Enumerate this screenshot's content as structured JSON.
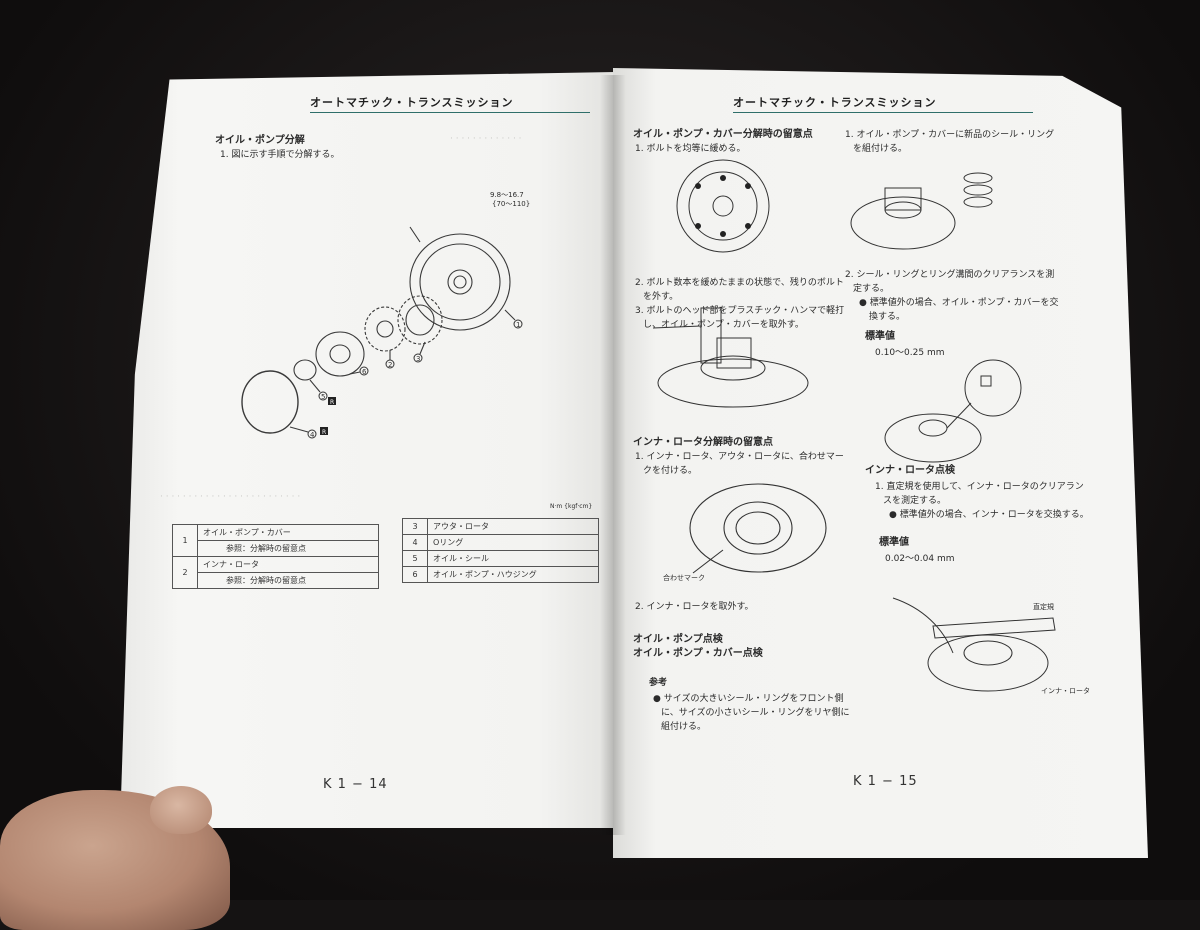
{
  "left_page": {
    "header": "オートマチック・トランスミッション",
    "section_title": "オイル・ポンプ分解",
    "step1": "1. 図に示す手順で分解する。",
    "torque_label": "9.8〜16.7",
    "torque_sub": "{70〜110}",
    "unit_label": "N·m {kgf·cm}",
    "badge_r": "R",
    "parts": [
      {
        "no": "1",
        "name": "オイル・ポンプ・カバー",
        "sub": "参照：分解時の留意点"
      },
      {
        "no": "2",
        "name": "インナ・ロータ",
        "sub": "参照：分解時の留意点"
      },
      {
        "no": "3",
        "name": "アウタ・ロータ",
        "sub": ""
      },
      {
        "no": "4",
        "name": "Oリング",
        "sub": ""
      },
      {
        "no": "5",
        "name": "オイル・シール",
        "sub": ""
      },
      {
        "no": "6",
        "name": "オイル・ポンプ・ハウジング",
        "sub": ""
      }
    ],
    "page_number": "K 1 − 14"
  },
  "right_page": {
    "header": "オートマチック・トランスミッション",
    "col1": {
      "title1": "オイル・ポンプ・カバー分解時の留意点",
      "t1_step1": "1. ボルトを均等に緩める。",
      "t1_step2a": "2. ボルト数本を緩めたままの状態で、残りのボルト",
      "t1_step2b": "を外す。",
      "t1_step3a": "3. ボルトのヘッド部をプラスチック・ハンマで軽打",
      "t1_step3b": "し、オイル・ポンプ・カバーを取外す。",
      "title2": "インナ・ロータ分解時の留意点",
      "t2_step1a": "1. インナ・ロータ、アウタ・ロータに、合わせマー",
      "t2_step1b": "クを付ける。",
      "mark_label": "合わせマーク",
      "t2_step2": "2. インナ・ロータを取外す。",
      "title3": "オイル・ポンプ点検",
      "title4": "オイル・ポンプ・カバー点検",
      "ref_title": "参考",
      "ref_line1": "● サイズの大きいシール・リングをフロント側",
      "ref_line2": "に、サイズの小さいシール・リングをリヤ側に",
      "ref_line3": "組付ける。"
    },
    "col2": {
      "step1a": "1. オイル・ポンプ・カバーに新品のシール・リング",
      "step1b": "を組付ける。",
      "step2a": "2. シール・リングとリング溝間のクリアランスを測",
      "step2b": "定する。",
      "step2c": "● 標準値外の場合、オイル・ポンプ・カバーを交",
      "step2d": "換する。",
      "std_label": "標準値",
      "std_value": "0.10〜0.25 mm",
      "title_inner": "インナ・ロータ点検",
      "inner1a": "1. 直定規を使用して、インナ・ロータのクリアラン",
      "inner1b": "スを測定する。",
      "inner1c": "● 標準値外の場合、インナ・ロータを交換する。",
      "std_label2": "標準値",
      "std_value2": "0.02〜0.04 mm",
      "ruler_label": "直定規",
      "rotor_label": "インナ・ロータ"
    },
    "page_number": "K 1 − 15"
  }
}
